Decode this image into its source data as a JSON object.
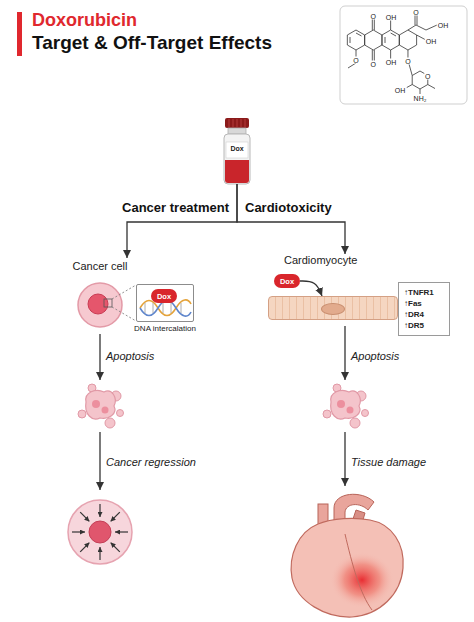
{
  "diagram": {
    "title": "Doxorubicin",
    "nodes": [
      {
        "text": [
          "Dox"
        ]
      },
      {
        "text": [
          "Cancer cell"
        ]
      },
      {
        "text": [
          "DNA intercalation"
        ]
      },
      {
        "text": [
          "Dox"
        ],
        "in": 2
      },
      {
        "text": [
          "Cardiomyocyte"
        ]
      },
      {
        "text": [
          "Dox"
        ]
      },
      {
        "text": [
          "↑TNFR1 ↑Fas ↑DR4 ↑DR5"
        ]
      }
    ],
    "edges": [
      {
        "from": 0,
        "to": 1,
        "arrow": "to",
        "label": "Cancer treatment"
      },
      {
        "from": 0,
        "to": 4,
        "arrow": "to",
        "label": "Cardiotoxicity"
      },
      {
        "from": 5,
        "to": 4,
        "arrow": "to"
      }
    ],
    "labels": [
      "Target & Off-Target Effects",
      "O",
      "OH",
      "O",
      "OH",
      "OH",
      "O",
      "O",
      "OH",
      "O",
      "O",
      "OH",
      "NH₂",
      "Apoptosis",
      "Cancer regression",
      "Apoptosis",
      "Tissue damage"
    ]
  }
}
